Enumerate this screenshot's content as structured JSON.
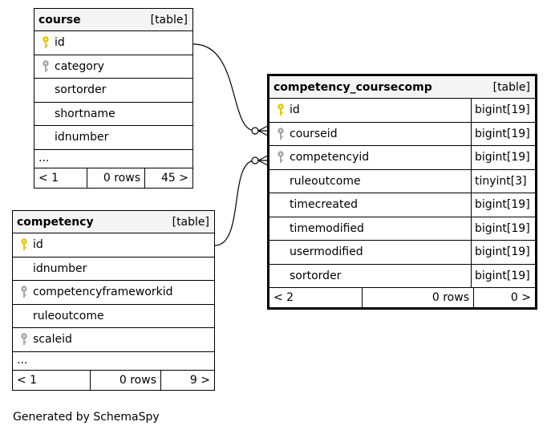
{
  "course": {
    "name": "course",
    "tag": "[table]",
    "columns": [
      {
        "name": "id",
        "key": "primary"
      },
      {
        "name": "category",
        "key": "foreign"
      },
      {
        "name": "sortorder",
        "key": ""
      },
      {
        "name": "shortname",
        "key": ""
      },
      {
        "name": "idnumber",
        "key": ""
      }
    ],
    "more": "...",
    "footer": {
      "prev": "< 1",
      "rows": "0 rows",
      "next": "45 >"
    }
  },
  "competency": {
    "name": "competency",
    "tag": "[table]",
    "columns": [
      {
        "name": "id",
        "key": "primary"
      },
      {
        "name": "idnumber",
        "key": ""
      },
      {
        "name": "competencyframeworkid",
        "key": "foreign"
      },
      {
        "name": "ruleoutcome",
        "key": ""
      },
      {
        "name": "scaleid",
        "key": "foreign"
      }
    ],
    "more": "...",
    "footer": {
      "prev": "< 1",
      "rows": "0 rows",
      "next": "9 >"
    }
  },
  "competency_coursecomp": {
    "name": "competency_coursecomp",
    "tag": "[table]",
    "columns": [
      {
        "name": "id",
        "type": "bigint[19]",
        "key": "primary"
      },
      {
        "name": "courseid",
        "type": "bigint[19]",
        "key": "foreign"
      },
      {
        "name": "competencyid",
        "type": "bigint[19]",
        "key": "foreign"
      },
      {
        "name": "ruleoutcome",
        "type": "tinyint[3]",
        "key": ""
      },
      {
        "name": "timecreated",
        "type": "bigint[19]",
        "key": ""
      },
      {
        "name": "timemodified",
        "type": "bigint[19]",
        "key": ""
      },
      {
        "name": "usermodified",
        "type": "bigint[19]",
        "key": ""
      },
      {
        "name": "sortorder",
        "type": "bigint[19]",
        "key": ""
      }
    ],
    "footer": {
      "prev": "< 2",
      "rows": "0 rows",
      "next": "0 >"
    }
  },
  "colors": {
    "primary_key": "#e6c800",
    "foreign_key": "#a8a8a8",
    "header_bg": "#f4f4f4"
  },
  "footer_text": "Generated by SchemaSpy"
}
